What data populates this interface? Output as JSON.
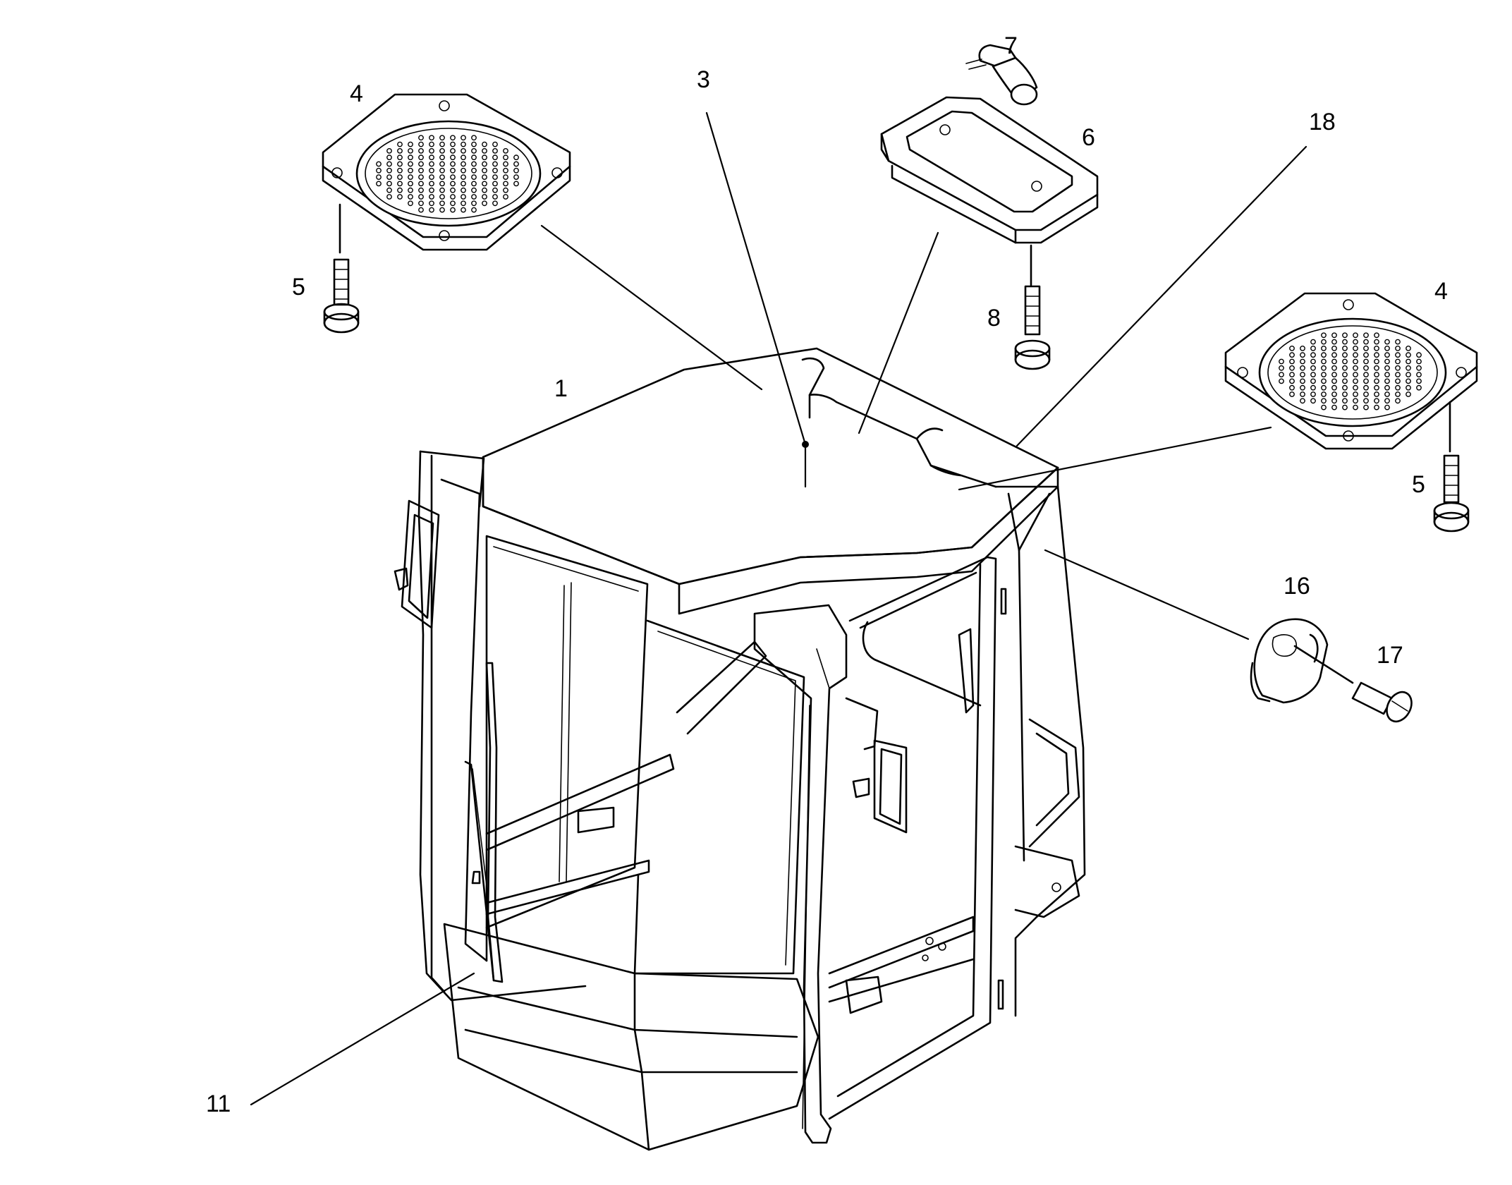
{
  "callouts": {
    "c1": "1",
    "c3": "3",
    "c4a": "4",
    "c4b": "4",
    "c5a": "5",
    "c5b": "5",
    "c6": "6",
    "c7": "7",
    "c8": "8",
    "c11": "11",
    "c16": "16",
    "c17": "17",
    "c18": "18"
  },
  "colors": {
    "line": "#000000",
    "background": "#ffffff"
  }
}
